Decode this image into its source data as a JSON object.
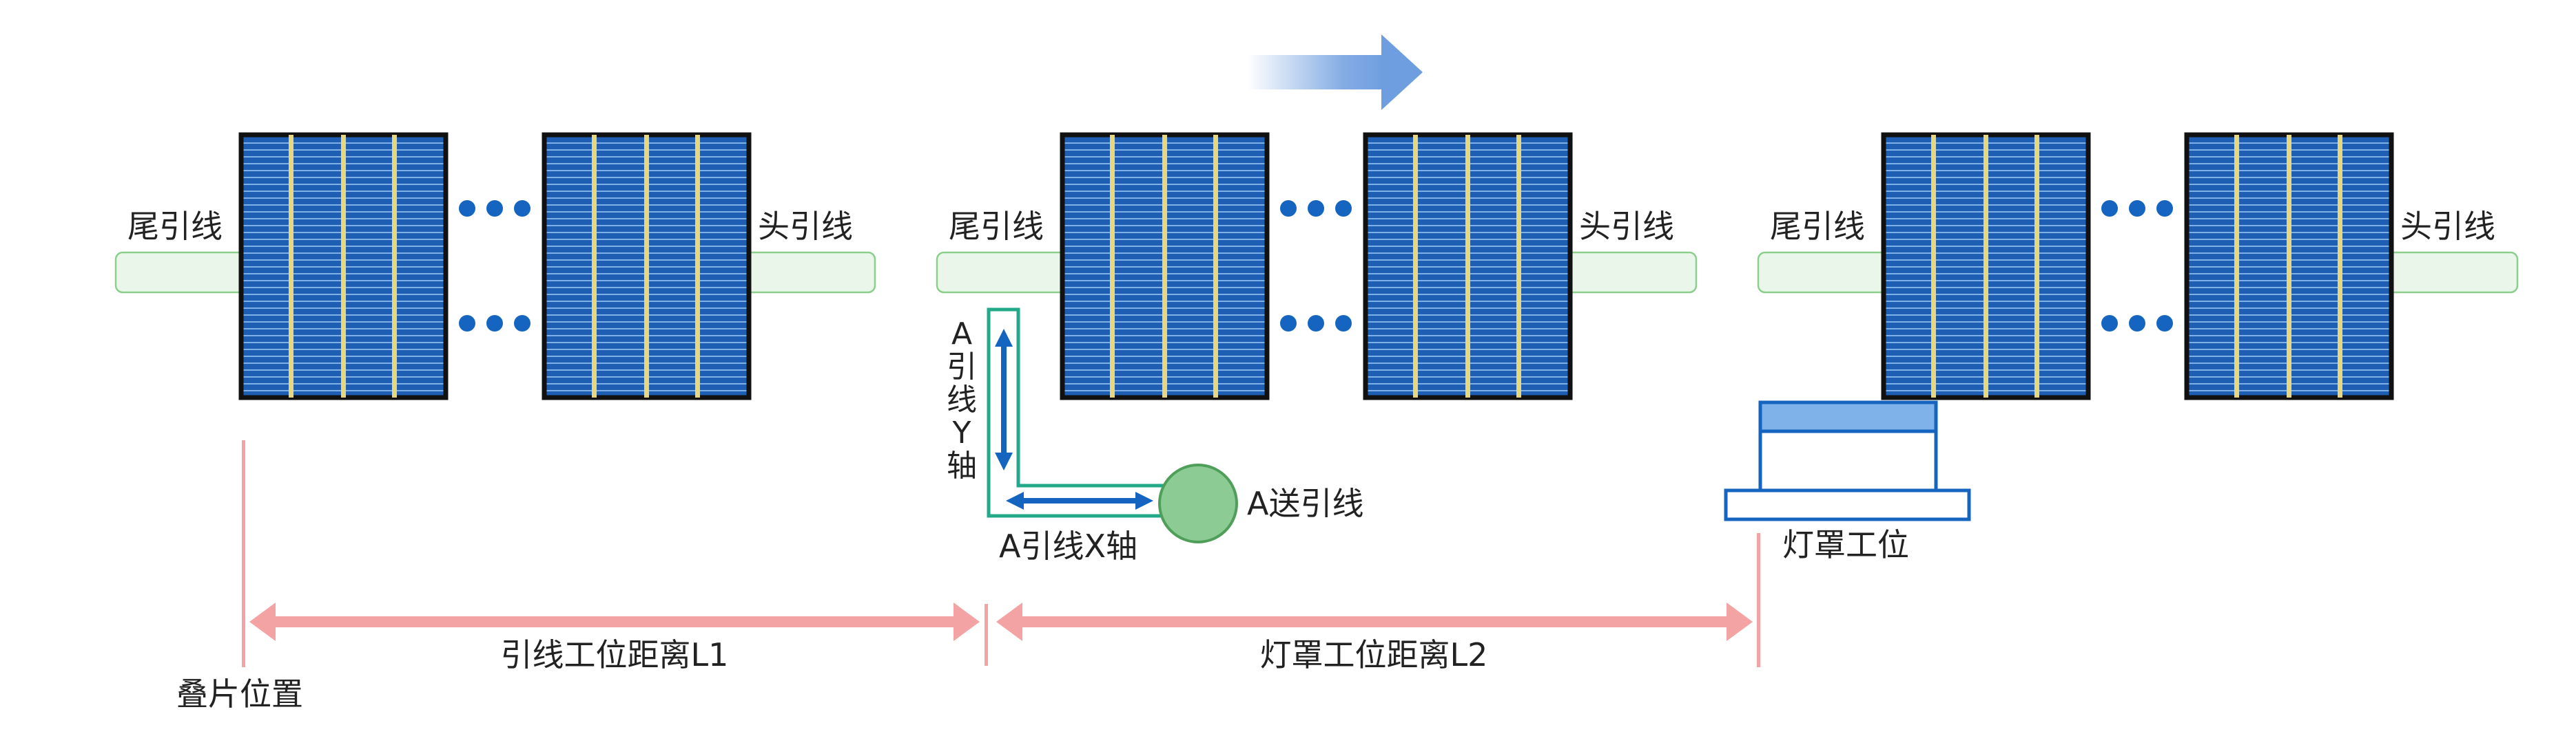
{
  "colors": {
    "cell_fill": "#1f5fb3",
    "cell_line": "#7fb0e6",
    "cell_border": "#111111",
    "busbar": "#e8d77c",
    "ribbon_fill": "#eaf6ea",
    "ribbon_stroke": "#8ccf8c",
    "dots": "#1565c0",
    "pink": "#f4a3a5",
    "teal": "#22a98a",
    "axis_arrow": "#1565c0",
    "circle_fill": "#8ccb93",
    "circle_stroke": "#4f9e59",
    "lamp_outline": "#1565c0",
    "lamp_top": "#7fb2e8",
    "flow_arrow": "#6e9ee0"
  },
  "strings": {
    "groups": [
      {
        "tail_label": "尾引线",
        "head_label": "头引线"
      },
      {
        "tail_label": "尾引线",
        "head_label": "头引线"
      },
      {
        "tail_label": "尾引线",
        "head_label": "头引线"
      }
    ]
  },
  "labels": {
    "stack_position": "叠片位置",
    "distance_l1": "引线工位距离L1",
    "distance_l2": "灯罩工位距离L2",
    "a_feed_lead": "A送引线",
    "a_lead_x_axis": "A引线X轴",
    "a_lead_y_axis_chars": [
      "A",
      "引",
      "线",
      "Y",
      "轴"
    ],
    "lamp_station": "灯罩工位"
  },
  "icons": {
    "flow_direction": "right-arrow-icon",
    "ellipsis": "dots-icon"
  }
}
